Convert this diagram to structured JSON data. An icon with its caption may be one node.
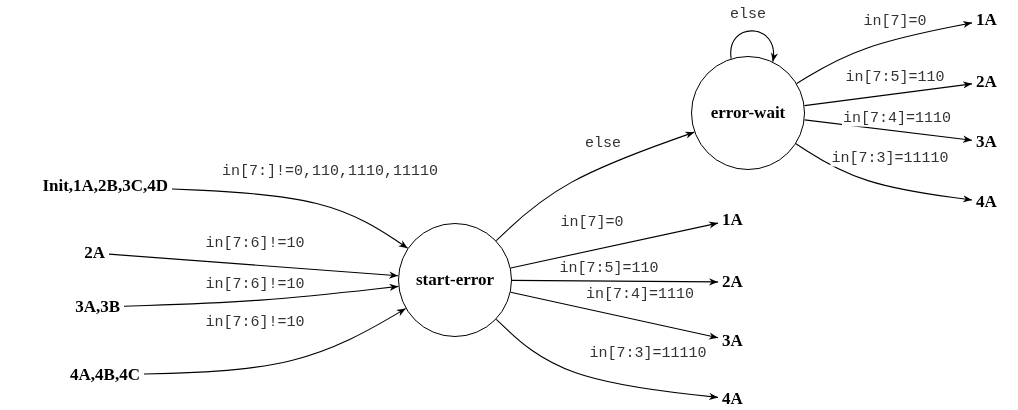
{
  "diagram": {
    "nodes": [
      {
        "text": [
          "Init,1A,2B,3C,4D"
        ]
      },
      {
        "text": [
          "2A"
        ]
      },
      {
        "text": [
          "3A,3B"
        ]
      },
      {
        "text": [
          "4A,4B,4C"
        ]
      },
      {
        "text": [
          "start-error"
        ]
      },
      {
        "text": [
          "error-wait"
        ]
      },
      {
        "text": [
          "1A"
        ]
      },
      {
        "text": [
          "2A"
        ]
      },
      {
        "text": [
          "3A"
        ]
      },
      {
        "text": [
          "4A"
        ]
      },
      {
        "text": [
          "1A"
        ]
      },
      {
        "text": [
          "2A"
        ]
      },
      {
        "text": [
          "3A"
        ]
      },
      {
        "text": [
          "4A"
        ]
      }
    ],
    "edges": [
      {
        "from": 0,
        "to": 4,
        "arrow": "to",
        "label": "in[7:]!=0,110,1110,11110"
      },
      {
        "from": 1,
        "to": 4,
        "arrow": "to",
        "label": "in[7:6]!=10"
      },
      {
        "from": 2,
        "to": 4,
        "arrow": "to",
        "label": "in[7:6]!=10"
      },
      {
        "from": 3,
        "to": 4,
        "arrow": "to",
        "label": "in[7:6]!=10"
      },
      {
        "from": 4,
        "to": 5,
        "arrow": "to",
        "label": "else"
      },
      {
        "from": 4,
        "to": 6,
        "arrow": "to",
        "label": "in[7]=0"
      },
      {
        "from": 4,
        "to": 7,
        "arrow": "to",
        "label": "in[7:5]=110"
      },
      {
        "from": 4,
        "to": 8,
        "arrow": "to",
        "label": "in[7:4]=1110"
      },
      {
        "from": 4,
        "to": 9,
        "arrow": "to",
        "label": "in[7:3]=11110"
      },
      {
        "from": 5,
        "to": 5,
        "arrow": "to",
        "label": "else"
      },
      {
        "from": 5,
        "to": 10,
        "arrow": "to",
        "label": "in[7]=0"
      },
      {
        "from": 5,
        "to": 11,
        "arrow": "to",
        "label": "in[7:5]=110"
      },
      {
        "from": 5,
        "to": 12,
        "arrow": "to",
        "label": "in[7:4]=1110"
      },
      {
        "from": 5,
        "to": 13,
        "arrow": "to",
        "label": "in[7:3]=11110"
      }
    ]
  }
}
